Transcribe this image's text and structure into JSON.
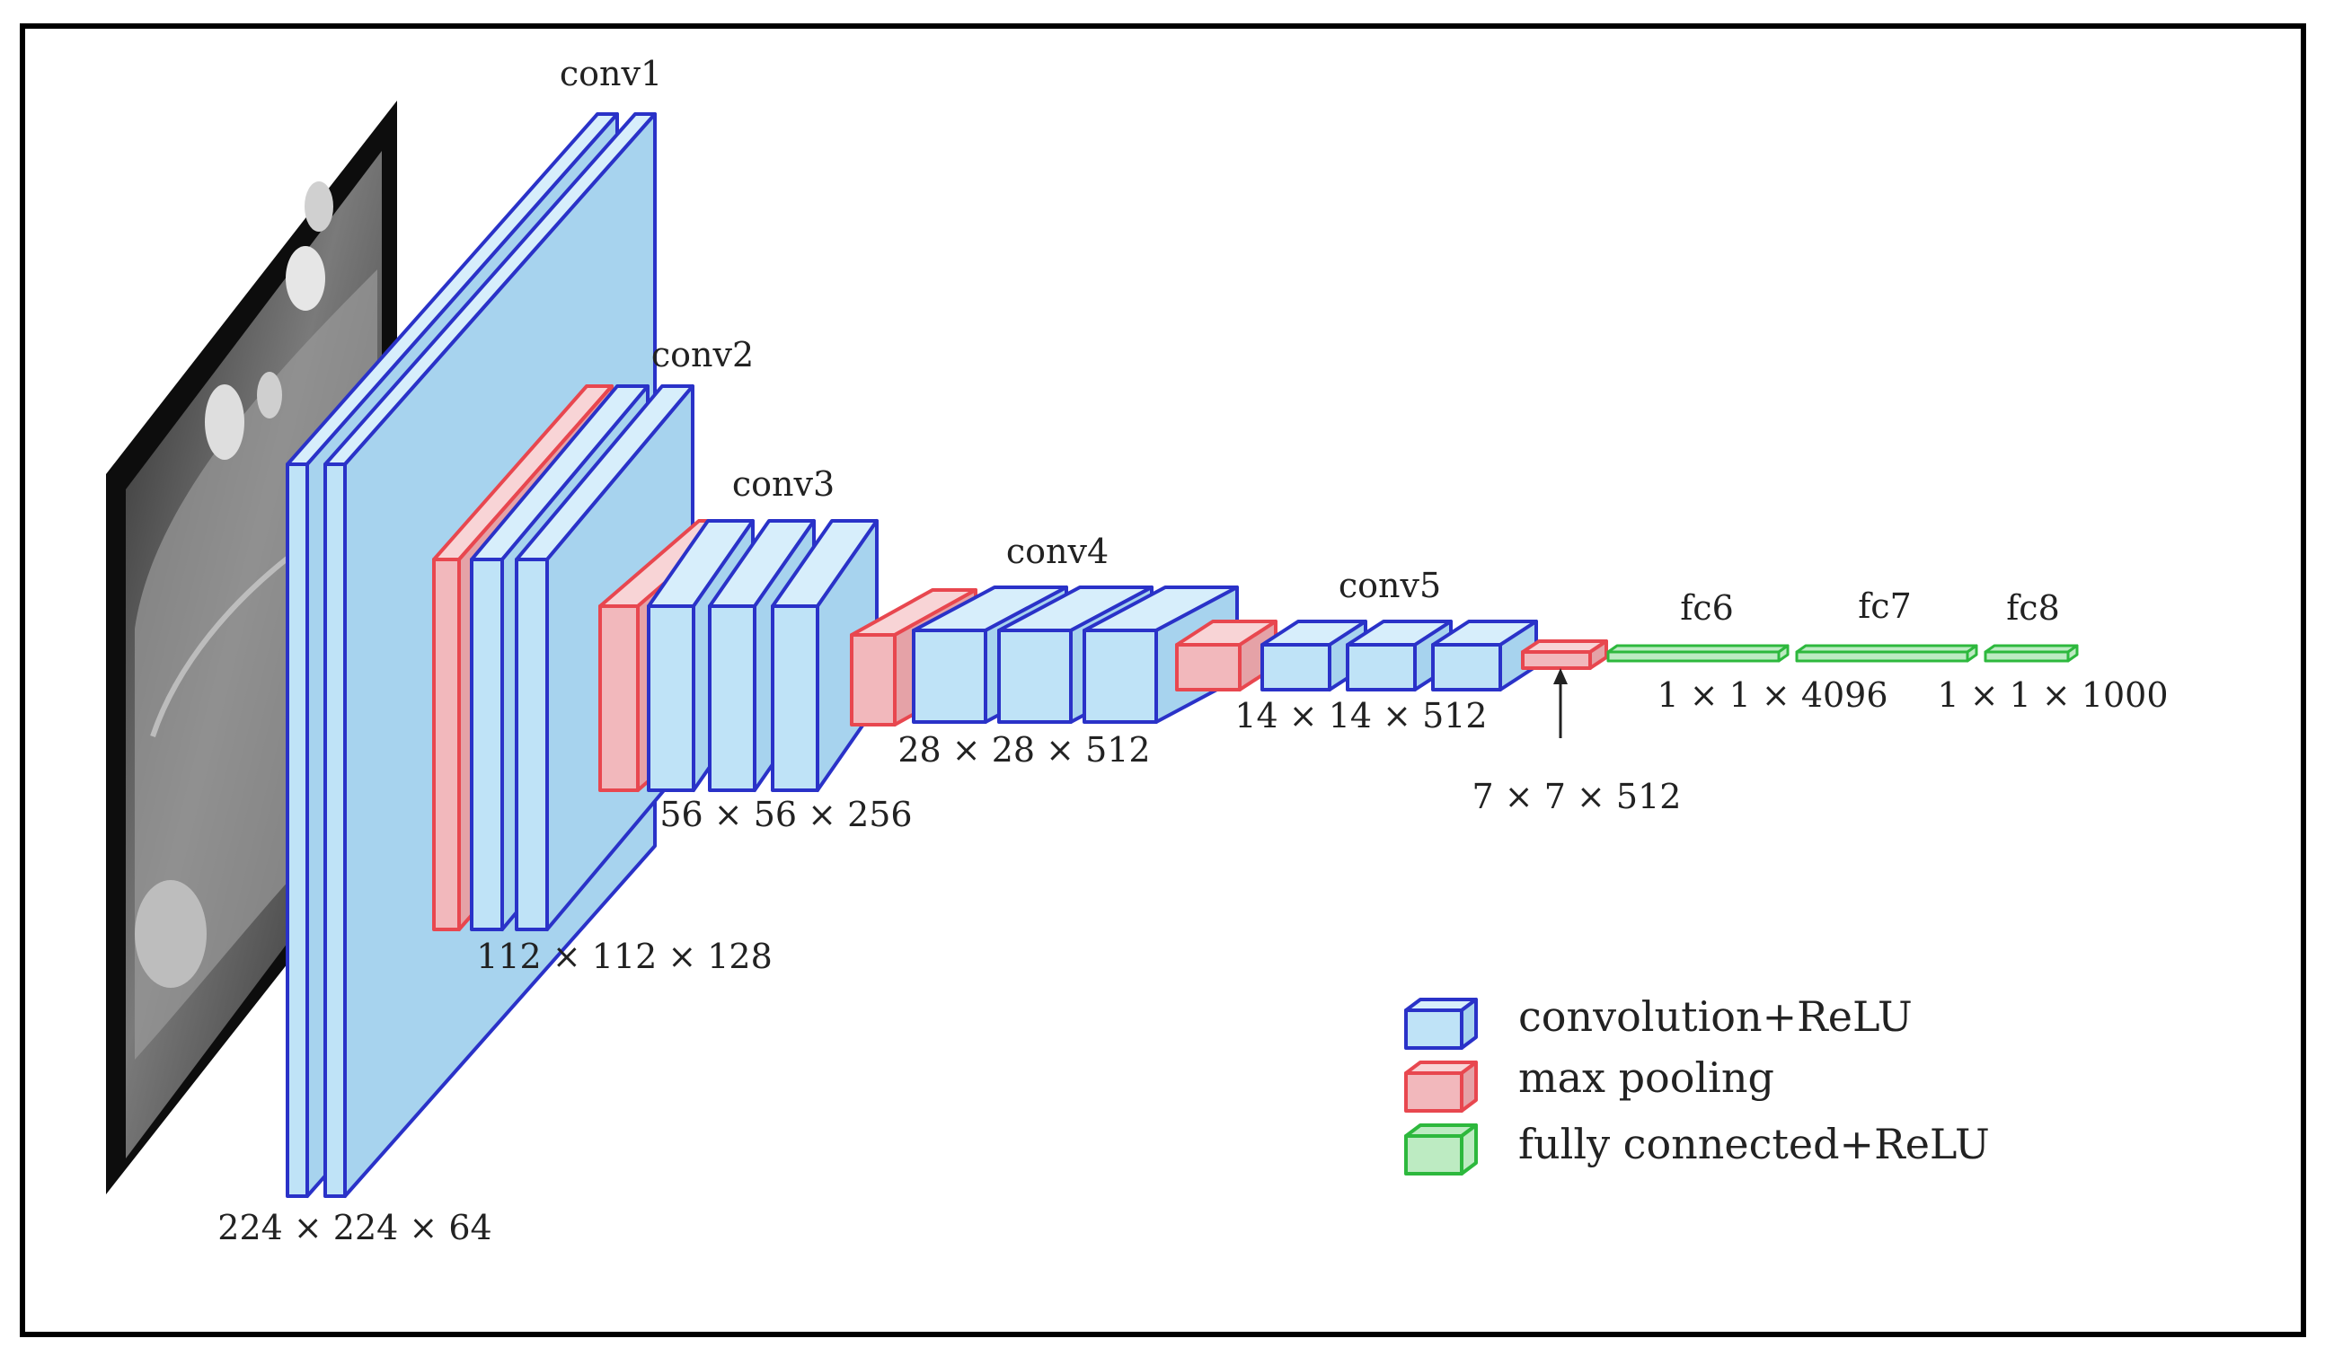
{
  "colors": {
    "conv_fill": "#BFE3F7",
    "conv_top": "#D7EEFB",
    "conv_side": "#A7D3EE",
    "conv_stroke": "#2A32C8",
    "pool_fill": "#F2B8BC",
    "pool_top": "#F8D4D6",
    "pool_side": "#E5A2A7",
    "pool_stroke": "#E8474F",
    "fc_fill": "#BDEBC2",
    "fc_stroke": "#2DB83D"
  },
  "input_image": {
    "name": "input-image"
  },
  "layers": [
    {
      "id": "conv1",
      "label": "conv1"
    },
    {
      "id": "conv2",
      "label": "conv2"
    },
    {
      "id": "conv3",
      "label": "conv3"
    },
    {
      "id": "conv4",
      "label": "conv4"
    },
    {
      "id": "conv5",
      "label": "conv5"
    },
    {
      "id": "fc6",
      "label": "fc6"
    },
    {
      "id": "fc7",
      "label": "fc7"
    },
    {
      "id": "fc8",
      "label": "fc8"
    }
  ],
  "dimensions": {
    "d224": "224 × 224 × 64",
    "d112": "112 × 112 × 128",
    "d56": "56 × 56 × 256",
    "d28": "28 × 28 × 512",
    "d14": "14 × 14 × 512",
    "d7": "7 × 7 × 512",
    "d4096": "1 × 1 × 4096",
    "d1000": "1 × 1 × 1000"
  },
  "legend": [
    {
      "kind": "conv",
      "label": "convolution+ReLU"
    },
    {
      "kind": "pool",
      "label": "max pooling"
    },
    {
      "kind": "fc",
      "label": "fully connected+ReLU"
    }
  ]
}
